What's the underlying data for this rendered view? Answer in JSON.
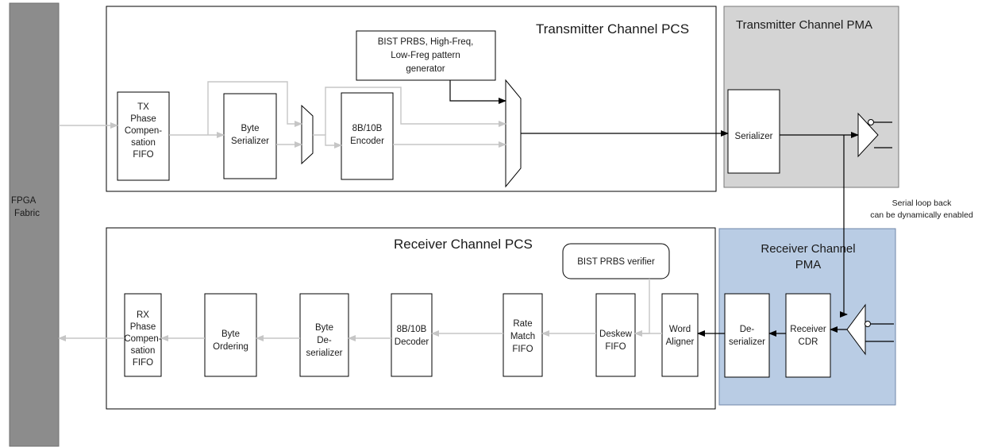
{
  "fpga": {
    "line1": "FPGA",
    "line2": "Fabric"
  },
  "tx_pcs": {
    "title": "Transmitter Channel PCS",
    "phase_fifo": [
      "TX",
      "Phase",
      "Compen-",
      "sation",
      "FIFO"
    ],
    "byte_serializer": [
      "Byte",
      "Serializer"
    ],
    "encoder": [
      "8B/10B",
      "Encoder"
    ],
    "bist_gen": [
      "BIST PRBS, High-Freq,",
      "Low-Freg pattern",
      "generator"
    ]
  },
  "tx_pma": {
    "title": "Transmitter Channel PMA",
    "serializer": "Serializer"
  },
  "loopback": {
    "line1": "Serial loop back",
    "line2": "can be dynamically enabled"
  },
  "rx_pcs": {
    "title": "Receiver Channel PCS",
    "bist_verifier": "BIST PRBS verifier",
    "phase_fifo": [
      "RX",
      "Phase",
      "Compen-",
      "sation",
      "FIFO"
    ],
    "byte_ordering": [
      "Byte",
      "Ordering"
    ],
    "byte_deserializer": [
      "Byte",
      "De-",
      "serializer"
    ],
    "decoder": [
      "8B/10B",
      "Decoder"
    ],
    "rate_match": [
      "Rate",
      "Match",
      "FIFO"
    ],
    "deskew": [
      "Deskew",
      "FIFO"
    ],
    "word_aligner": [
      "Word",
      "Aligner"
    ]
  },
  "rx_pma": {
    "title": [
      "Receiver Channel",
      "PMA"
    ],
    "deserializer": [
      "De-",
      "serializer"
    ],
    "cdr": [
      "Receiver",
      "CDR"
    ]
  },
  "colors": {
    "fpga_fill": "#8c8c8c",
    "tx_pma_fill": "#d4d4d4",
    "rx_pma_fill": "#b9cce4",
    "gray_arrow": "#c6c6c6"
  }
}
